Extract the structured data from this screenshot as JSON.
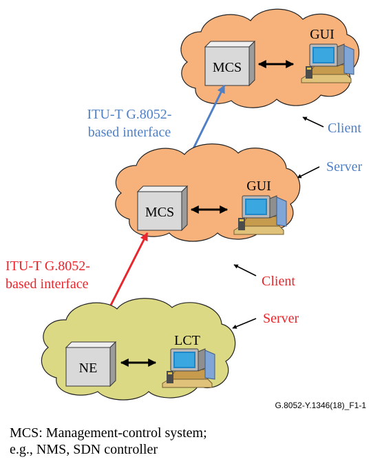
{
  "colors": {
    "cloud_orange": "#F7B27C",
    "cloud_olive": "#DCD985",
    "blue_interface": "#4F7FC4",
    "red_interface": "#E8262C",
    "box_fill": "#D9D9D9"
  },
  "top_cloud": {
    "mcs": "MCS",
    "gui": "GUI",
    "role": "Client"
  },
  "blue_interface_label": {
    "line1": "ITU-T G.8052-",
    "line2": "based interface"
  },
  "middle_cloud": {
    "server_role": "Server",
    "mcs": "MCS",
    "gui": "GUI",
    "client_role": "Client"
  },
  "red_interface_label": {
    "line1": "ITU-T G.8052-",
    "line2": "based interface"
  },
  "bottom_cloud": {
    "server_role": "Server",
    "ne": "NE",
    "lct": "LCT"
  },
  "figure_id": "G.8052-Y.1346(18)_F1-1",
  "footnote": {
    "line1": "MCS: Management-control system;",
    "line2": "e.g., NMS, SDN controller"
  }
}
